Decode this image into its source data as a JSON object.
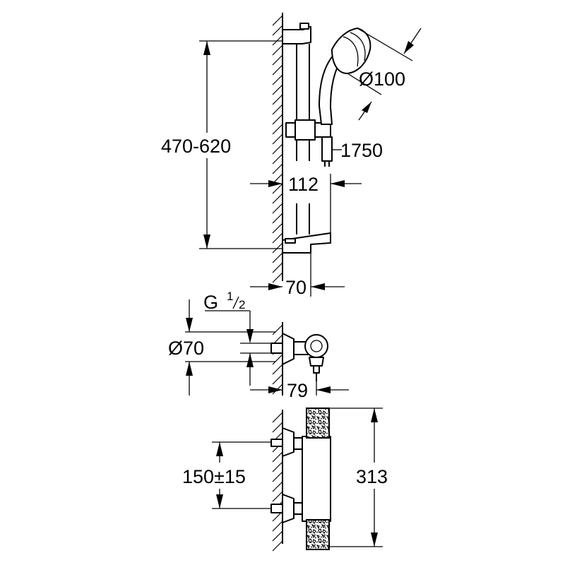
{
  "dimensions": {
    "rail_height_range": "470-620",
    "shower_head_diameter": "Ø100",
    "hose_length": "1750",
    "head_offset": "112",
    "rail_depth": "70",
    "thread_base": "G",
    "thread_num": "1",
    "thread_den": "2",
    "mixer_diameter": "Ø70",
    "mixer_depth": "79",
    "inlet_spacing": "150±15",
    "mixer_length": "313"
  }
}
